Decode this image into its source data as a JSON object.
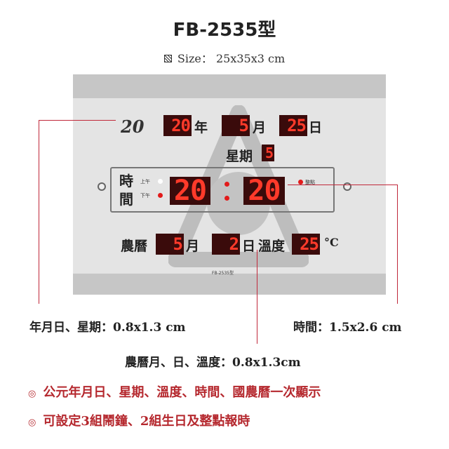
{
  "header": {
    "title": "FB-2535型",
    "size_label": "Size：",
    "size_value": "25x35x3 cm"
  },
  "clock": {
    "year_prefix": "20",
    "year": "20",
    "year_unit": "年",
    "month": "5",
    "month_unit": "月",
    "day": "25",
    "day_unit": "日",
    "weekday_label": "星期",
    "weekday": "5",
    "time_label_1": "時",
    "time_label_2": "間",
    "am_label": "上午",
    "pm_label": "下午",
    "hour": "20",
    "minute": "20",
    "chime_label": "整點",
    "lunar_label": "農曆",
    "lunar_month": "5",
    "lunar_month_unit": "月",
    "lunar_day": "2",
    "lunar_day_unit": "日",
    "temp_label": "溫度",
    "temp": "25",
    "temp_unit": "°C",
    "model": "FB-2535型"
  },
  "specs": {
    "date_spec": "年月日、星期：0.8x1.3 cm",
    "time_spec": "時間：1.5x2.6 cm",
    "lunar_spec": "農曆月、日、溫度：0.8x1.3cm"
  },
  "features": [
    {
      "bullet": "◎",
      "text": "公元年月日、星期、溫度、時間、國農曆一次顯示"
    },
    {
      "bullet": "◎",
      "text": "可設定3組鬧鐘、2組生日及整點報時"
    }
  ],
  "colors": {
    "accent": "#b5282e",
    "led": "#ff3a2a"
  }
}
